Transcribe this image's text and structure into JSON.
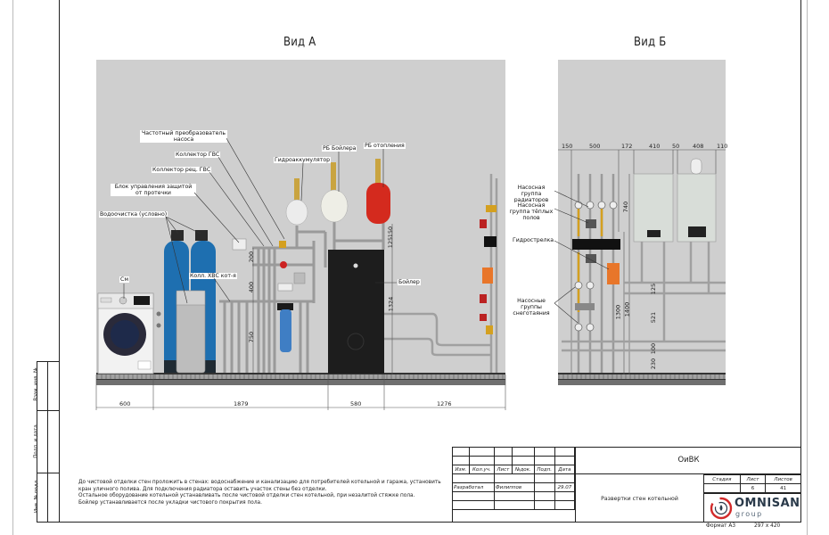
{
  "views": {
    "a": {
      "title": "Вид А",
      "labels": {
        "vfd": "Частотный преобразователь насоса",
        "dhw_manifold": "Коллектор ГВС",
        "dhw_recirc_manifold": "Коллектор рец. ГВС",
        "leak_control": "Блок управления защитой от протечки",
        "water_treatment": "Водоочистка (условно)",
        "washer": "См",
        "cold_water_manifold": "Колл. ХВС кот-я",
        "accumulator": "Гидроаккумулятор",
        "boiler_tank_exp": "РБ Бойлера",
        "heating_exp": "РБ отопления",
        "boiler": "Бойлер"
      },
      "vertical_dims": [
        "200",
        "400",
        "750",
        "150",
        "125",
        "1324"
      ],
      "bottom_dims": [
        "600",
        "1879",
        "580",
        "1276"
      ]
    },
    "b": {
      "title": "Вид Б",
      "top_dims": [
        "150",
        "500",
        "172",
        "410",
        "50",
        "408",
        "110"
      ],
      "vertical_dims": [
        "740",
        "125",
        "521",
        "1300",
        "1400",
        "100",
        "230"
      ],
      "labels": {
        "radiator_pump_group": "Насосная группа радиаторов",
        "floor_pump_group": "Насосная группа тёплых полов",
        "hydro_separator": "Гидрострелка",
        "snowmelt_pump_groups": "Насосные группы снеготаяния"
      }
    }
  },
  "notes": [
    "До чистовой отделки стен проложить в стенах: водоснабжение и канализацию для потребителей котельной и гаража, установить",
    "кран уличного полива. Для подключения радиатора оставить участок стены без отделки.",
    "Остальное оборудование котельной устанавливать после чистовой отделки стен котельной, при незалитой стяжке пола.",
    "Бойлер устанавливается после укладки чистового покрытия пола."
  ],
  "side_stamp": [
    "Взам. инв. №",
    "Подп. и дата",
    "Инв. № подл."
  ],
  "title_block": {
    "headers": [
      "Изм.",
      "Кол.уч.",
      "Лист",
      "№док.",
      "Подп.",
      "Дата"
    ],
    "developer_role": "Разработал",
    "developer_name": "Филиппов",
    "date": "29.07",
    "project_code": "ОиВК",
    "sheet_title": "Развертки стен котельной",
    "stage_label": "Стадия",
    "sheet_label": "Лист",
    "sheets_label": "Листов",
    "stage_value": "",
    "sheet_value": "6",
    "sheets_value": "41",
    "logo_main": "OMNISAN",
    "logo_sub": "group",
    "format_label": "Формат А3",
    "format_size": "297 x 420"
  },
  "colors": {
    "wall": "#cfcfcf",
    "blue_tank": "#1e6fb0",
    "red_tank": "#d42a1e",
    "boiler_black": "#1d1d1d",
    "brass": "#d4a020",
    "orange_separator": "#e8762a",
    "logo_red": "#d22a2a",
    "logo_dark": "#2a3a4a"
  }
}
